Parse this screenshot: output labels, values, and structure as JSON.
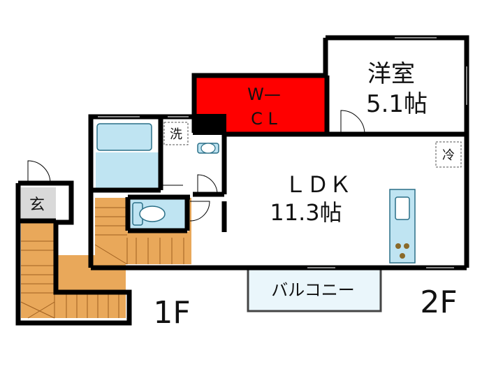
{
  "rooms": {
    "western": {
      "name": "洋室",
      "size": "5.1帖"
    },
    "closet": {
      "line1": "W—",
      "line2": "C L"
    },
    "ldk": {
      "name": "ＬＤＫ",
      "size": "11.3帖"
    },
    "entrance": {
      "name": "玄"
    },
    "laundry": {
      "name": "洗"
    },
    "fridge": {
      "name": "冷"
    },
    "balcony": {
      "name": "バルコニー"
    }
  },
  "floors": {
    "first": "1F",
    "second": "2F"
  },
  "colors": {
    "wall": "#000000",
    "closet_fill": "#ff0000",
    "fixture_fill": "#bfe4f2",
    "fixture_stroke": "#2a6f87",
    "stair_fill": "#e9a85a",
    "stair_line": "#a06020",
    "entrance_fill": "#d9d9d9",
    "balcony_fill": "#eaf6fb"
  }
}
